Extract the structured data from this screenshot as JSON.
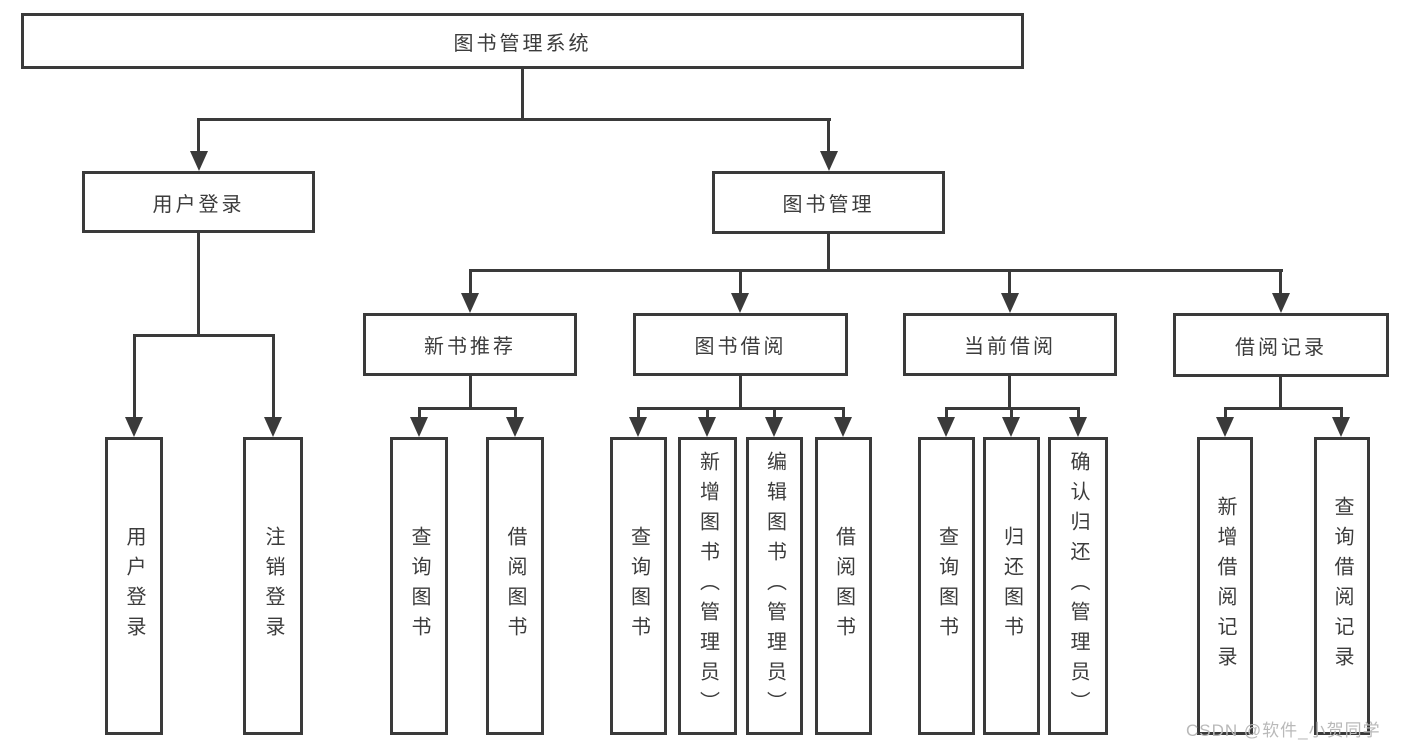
{
  "diagram": {
    "nodes": {
      "root": {
        "label": "图书管理系统"
      },
      "user_login": {
        "label": "用户登录"
      },
      "book_mgmt": {
        "label": "图书管理"
      },
      "new_book": {
        "label": "新书推荐"
      },
      "book_borrow": {
        "label": "图书借阅"
      },
      "current_borrow": {
        "label": "当前借阅"
      },
      "borrow_record": {
        "label": "借阅记录"
      }
    },
    "leaves": {
      "user_login": [
        "用户登录",
        "注销登录"
      ],
      "new_book": [
        "查询图书",
        "借阅图书"
      ],
      "book_borrow": [
        "查询图书",
        "新增图书（管理员）",
        "编辑图书（管理员）",
        "借阅图书"
      ],
      "current_borrow": [
        "查询图书",
        "归还图书",
        "确认归还（管理员）"
      ],
      "borrow_record": [
        "新增借阅记录",
        "查询借阅记录"
      ]
    },
    "watermark": "CSDN @软件_小贺同学",
    "colors": {
      "line": "#3a3a3a",
      "text": "#3c3c3c",
      "watermark": "#b9b9b9",
      "background": "#ffffff"
    }
  }
}
